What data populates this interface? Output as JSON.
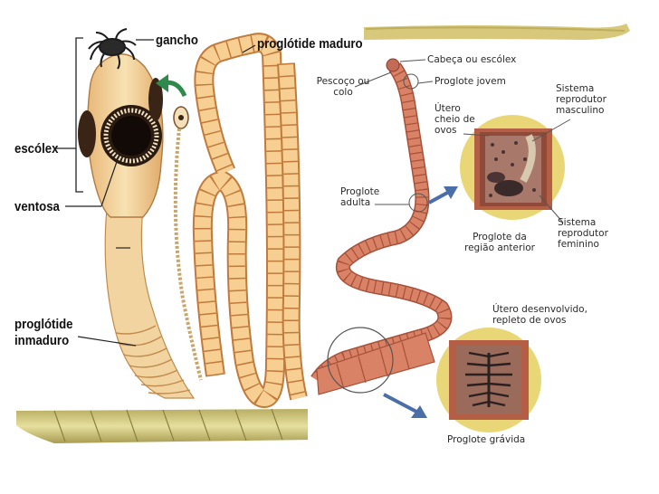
{
  "left_panel": {
    "labels": {
      "hook": "gancho",
      "mature_proglottid": "proglótide maduro",
      "scolex": "escólex",
      "sucker": "ventosa",
      "immature_proglottid_1": "proglótide",
      "immature_proglottid_2": "inmaduro"
    }
  },
  "right_panel": {
    "labels": {
      "head": "Cabeça ou escólex",
      "neck_1": "Pescoço ou",
      "neck_2": "colo",
      "young_proglottid": "Proglote jovem",
      "uterus_eggs_1": "Útero",
      "uterus_eggs_2": "cheio de",
      "uterus_eggs_3": "ovos",
      "male_system_1": "Sistema",
      "male_system_2": "reprodutor",
      "male_system_3": "masculino",
      "adult_proglottid_1": "Proglote",
      "adult_proglottid_2": "adulta",
      "anterior_region_1": "Proglote da",
      "anterior_region_2": "região anterior",
      "female_system_1": "Sistema",
      "female_system_2": "reprodutor",
      "female_system_3": "feminino",
      "developed_uterus_1": "Útero desenvolvido,",
      "developed_uterus_2": "repleto de ovos",
      "gravid_proglottid": "Proglote grávida"
    }
  },
  "colors": {
    "worm_fill": "#f5c98a",
    "worm_segment_line": "#c07a3c",
    "tape_fill": "#d98266",
    "tape_line": "#a6503a",
    "scolex_fill": "#f3d59c",
    "sucker_dark": "#2a1a10",
    "arrow_green": "#2d8a4a",
    "arrow_blue": "#4a6ea8",
    "zoom_bg": "#e9d777",
    "bottom_strip": "#c9bf7a"
  }
}
